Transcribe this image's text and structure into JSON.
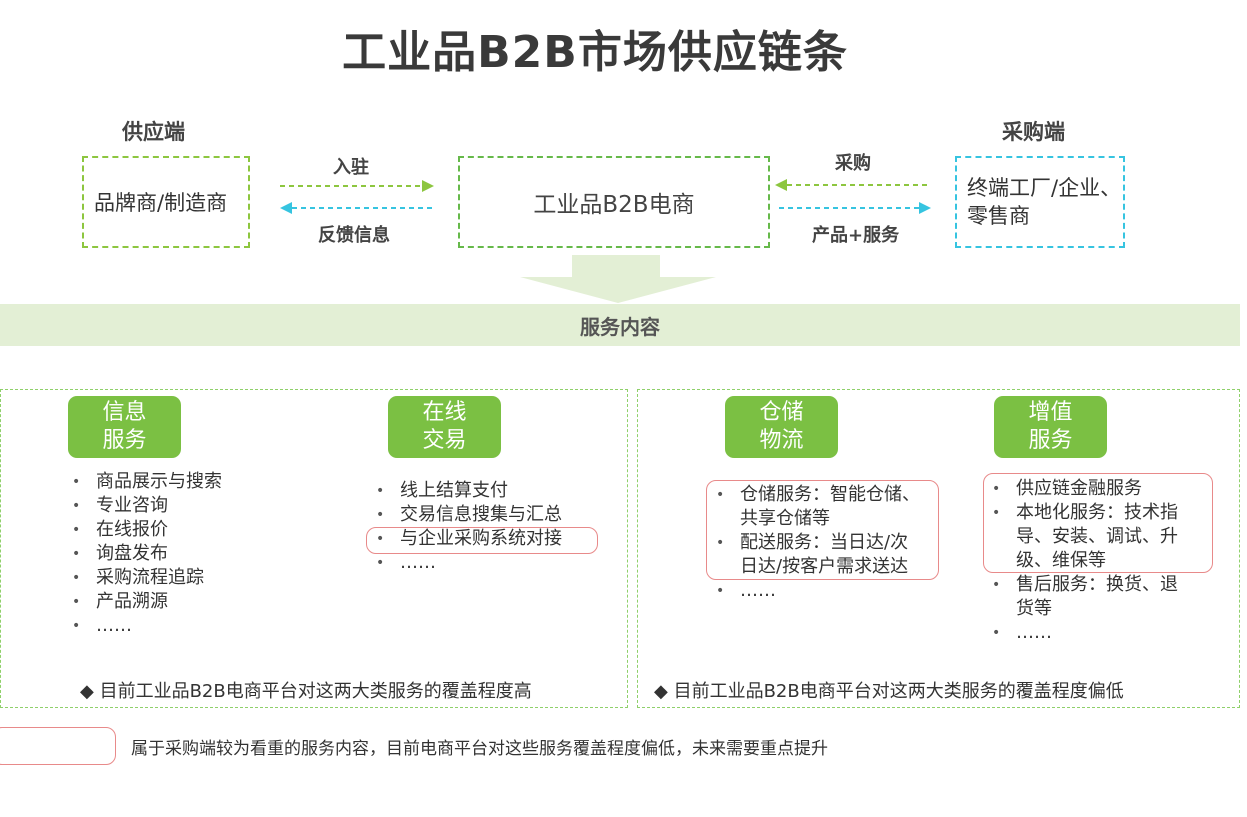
{
  "title": "工业品B2B市场供应链条",
  "supply": {
    "label": "供应端",
    "box_text": "品牌商/制造商"
  },
  "center": {
    "box_text": "工业品B2B电商"
  },
  "buyer": {
    "label": "采购端",
    "line1": "终端工厂/企业、",
    "line2": "零售商"
  },
  "arrows": {
    "left_top": "入驻",
    "left_bottom": "反馈信息",
    "right_top": "采购",
    "right_bottom": "产品+服务"
  },
  "service_band": "服务内容",
  "panels": {
    "info": {
      "badge_line1": "信息",
      "badge_line2": "服务",
      "items": [
        "商品展示与搜索",
        "专业咨询",
        "在线报价",
        "询盘发布",
        "采购流程追踪",
        "产品溯源",
        "……"
      ]
    },
    "trade": {
      "badge_line1": "在线",
      "badge_line2": "交易",
      "items": [
        "线上结算支付",
        "交易信息搜集与汇总",
        "与企业采购系统对接",
        "……"
      ]
    },
    "logistics": {
      "badge_line1": "仓储",
      "badge_line2": "物流",
      "items": [
        {
          "l1": "仓储服务：智能仓储、",
          "l2": "共享仓储等"
        },
        {
          "l1": "配送服务：当日达/次",
          "l2": "日达/按客户需求送达"
        },
        {
          "l1": "……",
          "l2": ""
        }
      ]
    },
    "value": {
      "badge_line1": "增值",
      "badge_line2": "服务",
      "items": [
        {
          "l1": "供应链金融服务",
          "l2": "",
          "l3": ""
        },
        {
          "l1": "本地化服务：技术指",
          "l2": "导、安装、调试、升",
          "l3": "级、维保等"
        },
        {
          "l1": "售后服务：换货、退",
          "l2": "货等",
          "l3": ""
        },
        {
          "l1": "……",
          "l2": "",
          "l3": ""
        }
      ]
    },
    "note_left": "◆ 目前工业品B2B电商平台对这两大类服务的覆盖程度高",
    "note_right": "◆ 目前工业品B2B电商平台对这两大类服务的覆盖程度偏低"
  },
  "legend_text": "属于采购端较为看重的服务内容，目前电商平台对这些服务覆盖程度偏低，未来需要重点提升",
  "colors": {
    "green": "#7bc043",
    "band": "#e3efd5",
    "blue": "#36c4e0",
    "highlight": "#e88a8a"
  }
}
